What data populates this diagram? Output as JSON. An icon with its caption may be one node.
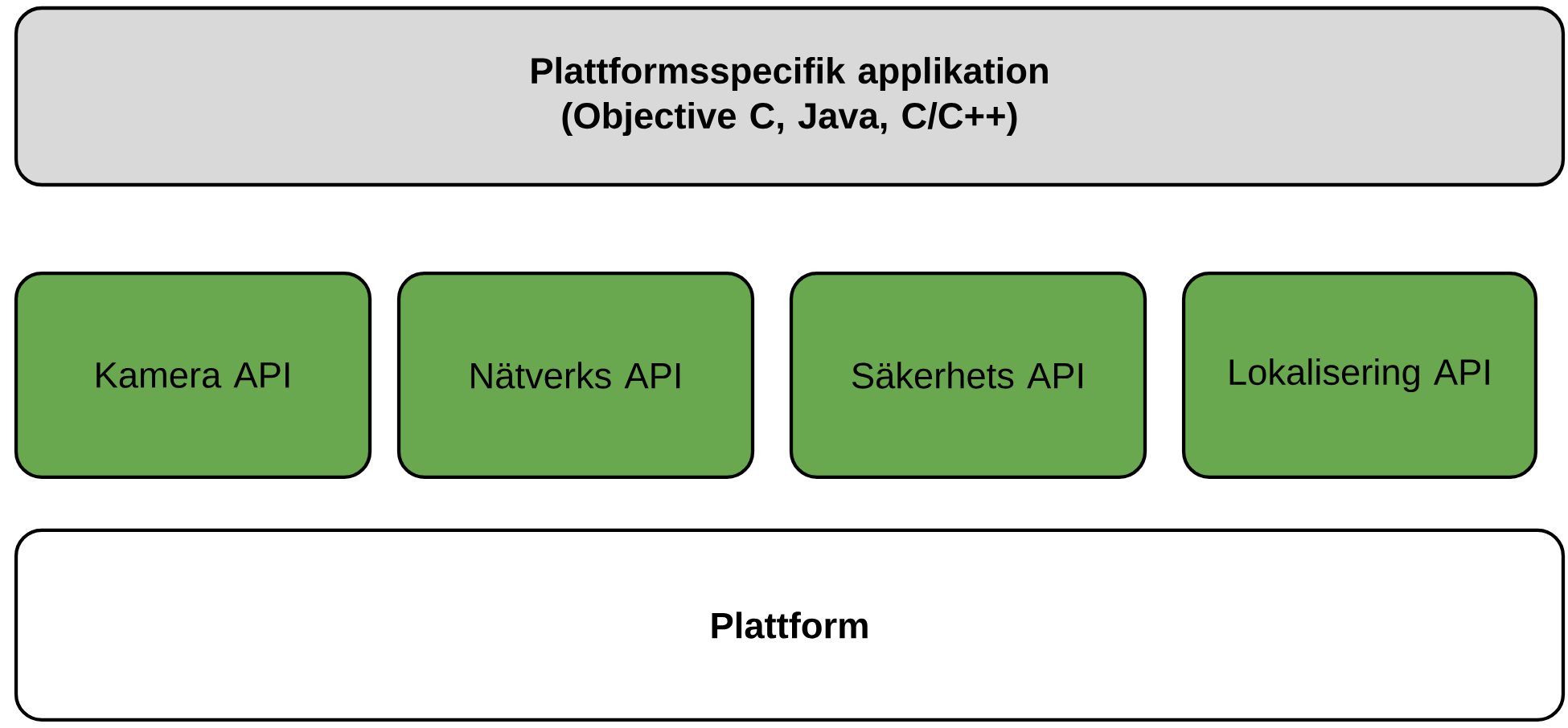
{
  "diagram": {
    "nodes": [
      {
        "text": [
          "Plattformsspecifik applikation",
          "(Objective C, Java, C/C++)"
        ]
      },
      {
        "text": [
          "Kamera API"
        ]
      },
      {
        "text": [
          "Nätverks API"
        ]
      },
      {
        "text": [
          "Säkerhets API"
        ]
      },
      {
        "text": [
          "Lokalisering API"
        ]
      },
      {
        "text": [
          "Plattform"
        ]
      }
    ]
  }
}
